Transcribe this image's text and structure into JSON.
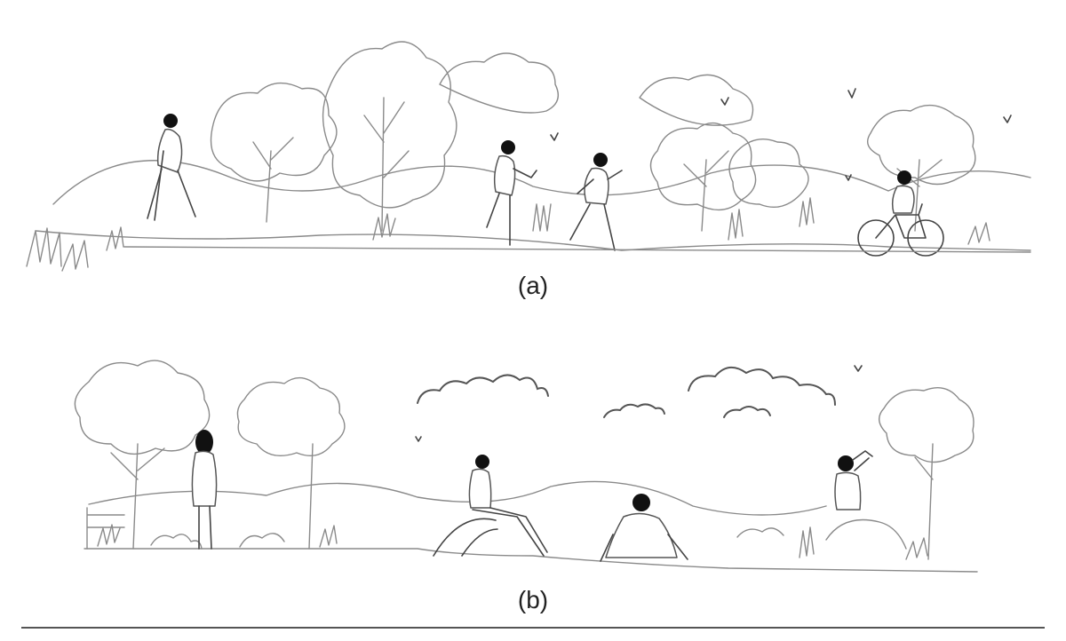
{
  "panels": [
    {
      "id": "a",
      "caption": "(a)"
    },
    {
      "id": "b",
      "caption": "(b)"
    }
  ]
}
